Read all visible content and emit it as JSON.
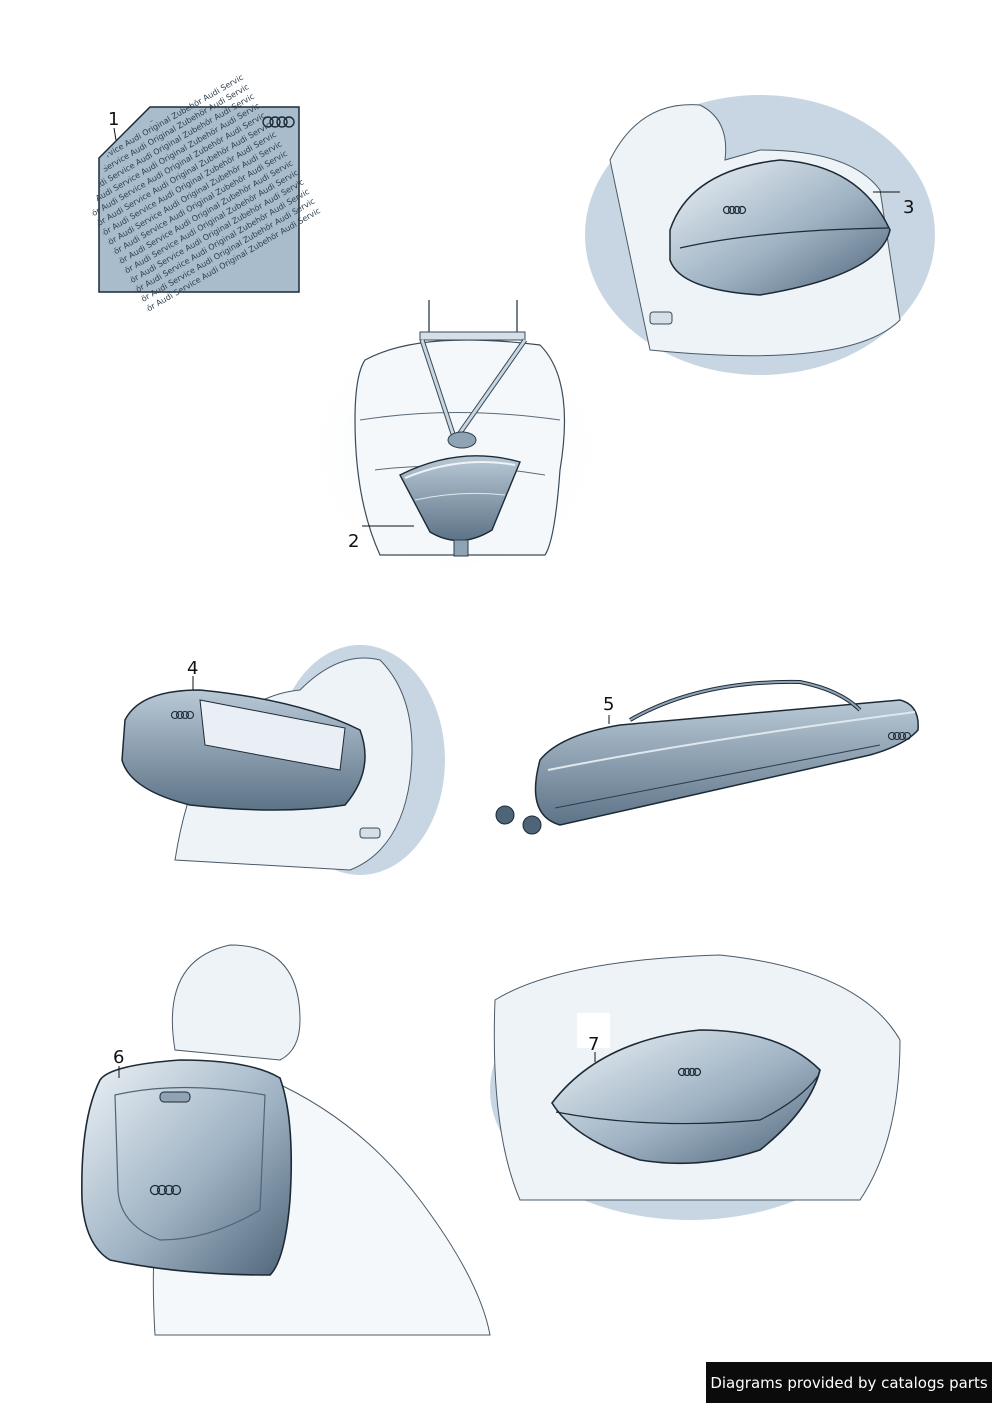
{
  "callouts": [
    {
      "id": "1",
      "label": "1"
    },
    {
      "id": "2",
      "label": "2"
    },
    {
      "id": "3",
      "label": "3"
    },
    {
      "id": "4",
      "label": "4"
    },
    {
      "id": "5",
      "label": "5"
    },
    {
      "id": "6",
      "label": "6"
    },
    {
      "id": "7",
      "label": "7"
    }
  ],
  "mat_pattern_text": "Audi Original Zubehör Audi Service",
  "credit": "Diagrams provided by catalogs parts",
  "colors": {
    "bag_dark": "#6f8599",
    "bag_mid": "#9fb3c4",
    "bag_light": "#dfe8ef",
    "backdrop": "#c7d6e2",
    "outline": "#1c2a36"
  }
}
